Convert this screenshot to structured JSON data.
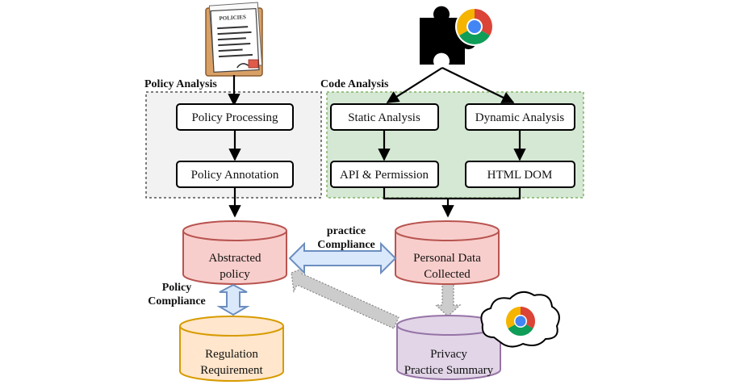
{
  "policy_analysis": {
    "title": "Policy Analysis",
    "policy_icon_text": "POLICIES",
    "processing": "Policy Processing",
    "annotation": "Policy Annotation"
  },
  "code_analysis": {
    "title": "Code Analysis",
    "static": "Static Analysis",
    "dynamic": "Dynamic Analysis",
    "api": "API & Permission",
    "html_dom": "HTML DOM"
  },
  "databases": {
    "abstracted_policy": [
      "Abstracted",
      "policy"
    ],
    "personal_data": [
      "Personal Data",
      "Collected"
    ],
    "regulation": [
      "Regulation",
      "Requirement"
    ],
    "privacy_summary": [
      "Privacy",
      "Practice Summary"
    ]
  },
  "arrows": {
    "practice_compliance": [
      "practice",
      "Compliance"
    ],
    "policy_compliance": [
      "Policy",
      "Compliance"
    ]
  },
  "colors": {
    "policy_panel_bg": "#f2f2f2",
    "code_panel_bg": "#d5e8d4",
    "code_panel_border": "#82b366",
    "red_db_fill": "#f8cecc",
    "red_db_stroke": "#b85450",
    "orange_db_fill": "#ffe6cc",
    "orange_db_stroke": "#d79b00",
    "purple_db_fill": "#e1d5e7",
    "purple_db_stroke": "#9673a6",
    "blue_arrow_fill": "#dae8fc",
    "blue_arrow_stroke": "#6c8ebf",
    "gray_arrow_fill": "#cccccc"
  },
  "icons": [
    "policy-document-icon",
    "chrome-extension-puzzle-icon",
    "chrome-cloud-icon"
  ]
}
